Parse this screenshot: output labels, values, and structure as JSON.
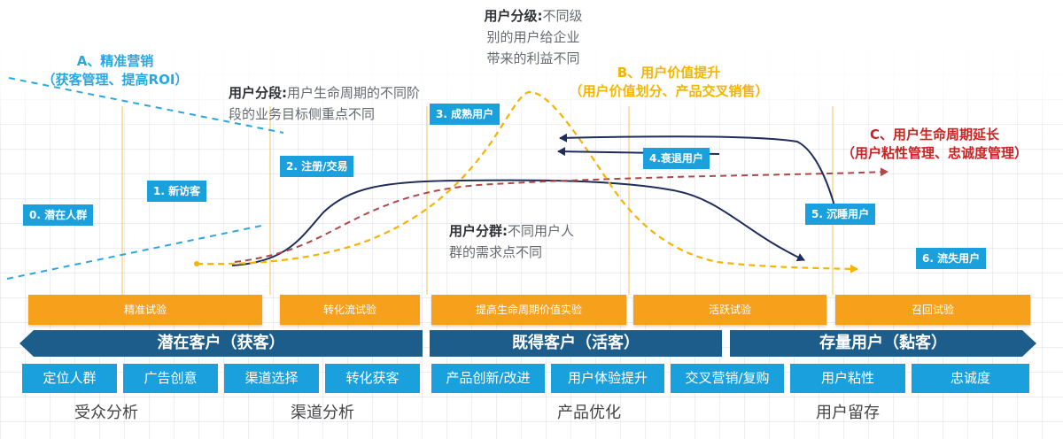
{
  "annotations": {
    "a_line1": "A、精准营销",
    "a_line2": "（获客管理、提高ROI）",
    "b_line1": "B、用户价值提升",
    "b_line2": "（用户价值划分、产品交叉销售）",
    "c_line1": "C、用户生命周期延长",
    "c_line2": "（用户粘性管理、忠诚度管理）"
  },
  "notes": {
    "tier_title": "用户分级:",
    "tier_line1": "不同级",
    "tier_line2": "别的用户给企业",
    "tier_line3": "带来的利益不同",
    "stage_title": "用户分段:",
    "stage_line1": "用户生命周期的不同阶",
    "stage_line2": "段的业务目标侧重点不同",
    "group_title": "用户分群:",
    "group_line1": "不同用户人",
    "group_line2": "群的需求点不同"
  },
  "stages": [
    "0. 潜在人群",
    "1. 新访客",
    "2. 注册/交易",
    "3. 成熟用户",
    "4.衰退用户",
    "5. 沉睡用户",
    "6. 流失用户"
  ],
  "experiments": [
    "精准试验",
    "转化流试验",
    "提高生命周期价值实验",
    "活跃试验",
    "召回试验"
  ],
  "bands": [
    "潜在客户（获客）",
    "既得客户（活客）",
    "存量用户（黏客）"
  ],
  "tags": [
    "定位人群",
    "广告创意",
    "渠道选择",
    "转化获客",
    "产品创新/改进",
    "用户体验提升",
    "交叉营销/复购",
    "用户粘性",
    "忠诚度"
  ],
  "categories": [
    "受众分析",
    "渠道分析",
    "产品优化",
    "用户留存"
  ],
  "colors": {
    "stage_blue": "#1aa0dd",
    "band_navy": "#1d5d8c",
    "experiment_orange": "#f7a01c",
    "curve_navy": "#1f2d5a",
    "curve_yellow": "#f4b400",
    "curve_red": "#b04848",
    "line_cyan": "#2aa7e0"
  }
}
